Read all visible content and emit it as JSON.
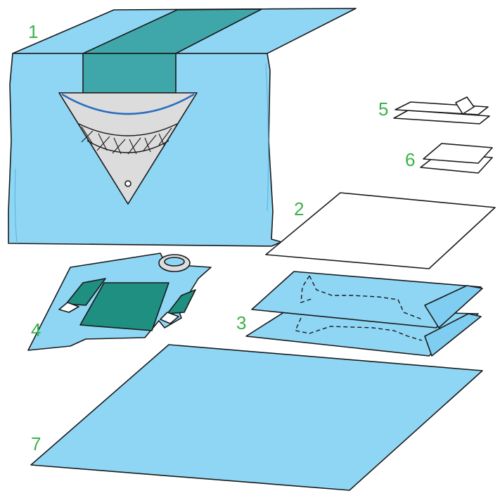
{
  "diagram": {
    "labels": {
      "cover": "1",
      "small_sheet": "2",
      "leg_drapes": "3",
      "gown": "4",
      "tape_strips": "5",
      "towels": "6",
      "large_sheet": "7"
    }
  },
  "colors": {
    "drape_blue": "#8fd6f5",
    "drape_blue_dark": "#7fcdf0",
    "reinforcement": "#3fa7a9",
    "reinforcement_dark": "#1e8f80",
    "pouch": "#dcdcdc",
    "label_green": "#3bb24a",
    "outline": "#1a1a1a"
  }
}
